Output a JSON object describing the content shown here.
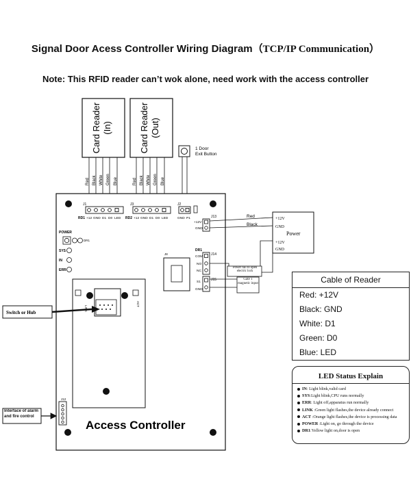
{
  "title": "Signal Door Acess Controller Wiring Diagram",
  "title_paren": "（TCP/IP Communication）",
  "note": "Note: This RFID reader can’t wok alone, need work with the access controller",
  "readers": [
    {
      "line1": "Card Reader",
      "line2": "(In)"
    },
    {
      "line1": "Card Reader",
      "line2": "(Out)"
    }
  ],
  "wire_colors": [
    "Red",
    "Black",
    "White",
    "Green",
    "Blue"
  ],
  "exit_button": {
    "line1": "1 Door",
    "line2": "Exit Button"
  },
  "connectors": {
    "j1": "J1",
    "j3": "J3",
    "j2": "J2",
    "j13": "J13",
    "j14": "J14",
    "j15": "J15",
    "j8": "J8",
    "j12": "J12",
    "rd1": "RD1",
    "rd2": "RD2",
    "pins_reader": [
      "+12",
      "GND",
      "D1",
      "D0",
      "LED"
    ],
    "j2_pins": [
      "GND",
      "P1"
    ],
    "j13_pins": [
      "+12V",
      "GND"
    ],
    "j14_pins": [
      "COM",
      "NO",
      "NC"
    ],
    "j15_pins": [
      "S1",
      "GND"
    ],
    "dr1": "DR1"
  },
  "status_labels": [
    "POWER",
    "SYS",
    "IN",
    "ERR"
  ],
  "board_small": {
    "dr1": "DR1",
    "link": "LINK",
    "act": "ACT"
  },
  "power_supply": {
    "label": "Power",
    "pin1": "+12V",
    "pin2": "GND",
    "pin3": "+12V",
    "pin4": "GND"
  },
  "power_wires": {
    "red": "Red",
    "black": "Black"
  },
  "lock_label": "Power fail to open electric lock",
  "gate_label": "Gate 1 magnetic input",
  "switch_label": "Switch or Hub",
  "alarm_label": "Interface of alarm and fire control",
  "controller_label": "Access Controller",
  "cable": {
    "title": "Cable of Reader",
    "rows": [
      "Red: +12V",
      "Black: GND",
      "White: D1",
      "Green: D0",
      "Blue: LED"
    ]
  },
  "led_status": {
    "title": "LED Status Explain",
    "items": [
      {
        "key": "IN",
        "text": ": Light blink,valid card"
      },
      {
        "key": "SYS",
        "text": ":Light blink,CPU runs normally"
      },
      {
        "key": "ERR",
        "text": ": Light off,apparatus run normally"
      },
      {
        "key": "LINK",
        "text": " :Green light flashes,the device already connect"
      },
      {
        "key": "ACT",
        "text": " :Orange light flashes,the device is processing data"
      },
      {
        "key": "POWER",
        "text": " :Light on, go through the device"
      },
      {
        "key": "DR1",
        "text": ":Yellow light on,door is open"
      }
    ]
  }
}
